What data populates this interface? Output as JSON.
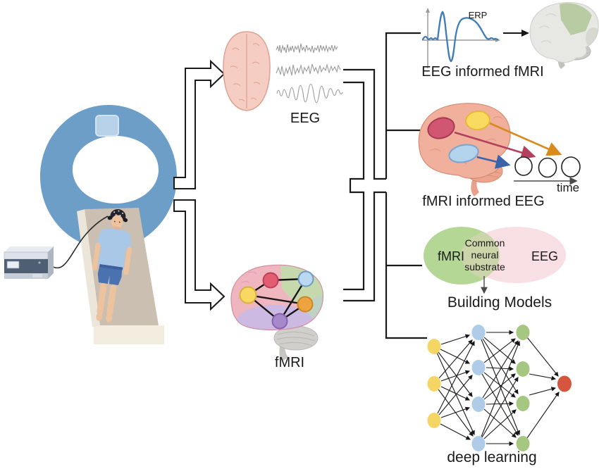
{
  "diagram": {
    "modalities": {
      "eeg_label": "EEG",
      "fmri_label": "fMRI"
    },
    "integration_branches": [
      {
        "id": "eeg-informed-fmri",
        "label": "EEG informed fMRI",
        "plot_label": "ERP"
      },
      {
        "id": "fmri-informed-eeg",
        "label": "fMRI informed EEG",
        "axis_label": "time"
      },
      {
        "id": "building-models",
        "label": "Building Models",
        "venn": {
          "left_label": "fMRI",
          "right_label": "EEG",
          "overlap_label_lines": [
            "Common",
            "neural",
            "substrate"
          ]
        }
      },
      {
        "id": "deep-learning",
        "label": "deep learning",
        "network": {
          "layer_sizes": [
            3,
            4,
            4,
            1
          ],
          "layer_colors": [
            "#f5d664",
            "#aecbe8",
            "#a5c77f",
            "#d6553f"
          ]
        }
      }
    ],
    "colors": {
      "scanner_ring": "#6d9ec8",
      "scanner_pad": "#b7d1e9",
      "bed": "#cbbfb1",
      "skin": "#edc29e",
      "shirt": "#a9c7e7",
      "shorts": "#4a72b0",
      "eeg_topview_brain": "#f6cdc2",
      "waveform_gray": "#9b9b9b",
      "erp_line": "#3f7cb8",
      "target_brain_green": "#b9cba3",
      "activation_red": "#d15671",
      "activation_yellow": "#f8da5e",
      "activation_blue": "#b3d2ec",
      "arrow_red": "#b5405e",
      "arrow_orange": "#d98a1f",
      "arrow_blue": "#3a63a8",
      "venn_green": "#b5d795",
      "venn_pink": "#f8dfe3",
      "venn_overlap": "#ccd4a9",
      "connector_black": "#1a1a1a"
    }
  }
}
